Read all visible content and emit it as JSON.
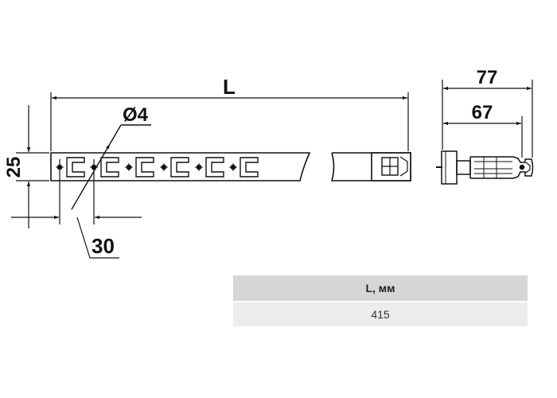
{
  "drawing": {
    "dimensions": {
      "length": "L",
      "hole_diameter": "Ø4",
      "height": "25",
      "pitch": "30",
      "side_width_outer": "77",
      "side_width_inner": "67"
    }
  },
  "table": {
    "header": "L, мм",
    "value": "415"
  }
}
